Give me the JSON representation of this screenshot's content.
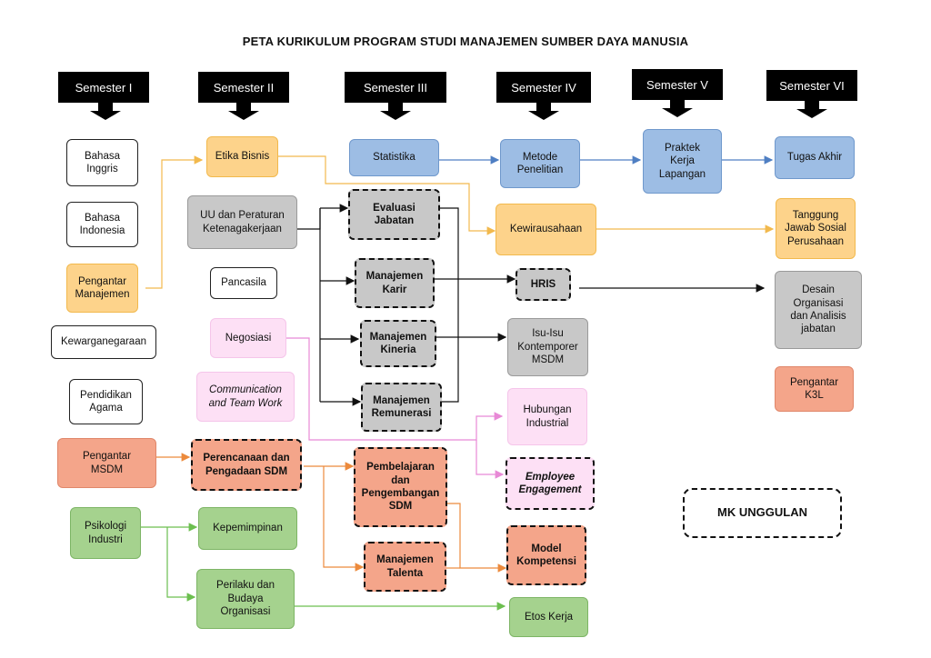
{
  "title": "PETA KURIKULUM PROGRAM STUDI MANAJEMEN SUMBER DAYA MANUSIA",
  "semesters": [
    "Semester I",
    "Semester II",
    "Semester III",
    "Semester IV",
    "Semester V",
    "Semester VI"
  ],
  "courses": {
    "bahasa_inggris": "Bahasa\nInggris",
    "bahasa_indonesia": "Bahasa\nIndonesia",
    "pengantar_manajemen": "Pengantar\nManajemen",
    "kewarganegaraan": "Kewarganegaraan",
    "pendidikan_agama": "Pendidikan\nAgama",
    "pengantar_msdm": "Pengantar\nMSDM",
    "psikologi_industri": "Psikologi\nIndustri",
    "etika_bisnis": "Etika Bisnis",
    "uu_peraturan": "UU dan Peraturan\nKetenagakerjaan",
    "pancasila": "Pancasila",
    "negosiasi": "Negosiasi",
    "communication": "Communication\nand Team Work",
    "perencanaan": "Perencanaan dan\nPengadaan SDM",
    "kepemimpinan": "Kepemimpinan",
    "perilaku_budaya": "Perilaku dan\nBudaya\nOrganisasi",
    "statistika": "Statistika",
    "evaluasi_jabatan": "Evaluasi\nJabatan",
    "manajemen_karir": "Manajemen\nKarir",
    "manajemen_kineria": "Manajemen\nKineria",
    "manajemen_remunerasi": "Manajemen\nRemunerasi",
    "pembelajaran": "Pembelajaran\ndan\nPengembangan\nSDM",
    "manajemen_talenta": "Manajemen\nTalenta",
    "metode_penelitian": "Metode\nPenelitian",
    "kewirausahaan": "Kewirausahaan",
    "hris": "HRIS",
    "isu_isu": "Isu-Isu\nKontemporer\nMSDM",
    "hubungan_industrial": "Hubungan\nIndustrial",
    "employee_engagement": "Employee\nEngagement",
    "model_kompetensi": "Model\nKompetensi",
    "etos_kerja": "Etos Kerja",
    "praktek_kerja": "Praktek\nKerja\nLapangan",
    "tugas_akhir": "Tugas Akhir",
    "tanggung_jawab": "Tanggung\nJawab Sosial\nPerusahaan",
    "desain_organisasi": "Desain\nOrganisasi\ndan Analisis\njabatan",
    "pengantar_k3l": "Pengantar\nK3L"
  },
  "legend": "MK UNGGULAN",
  "colors": {
    "yellow": "#fdd38b",
    "blue": "#9dbde4",
    "gray": "#c8c8c8",
    "pink": "#fde0f5",
    "salmon": "#f4a58a",
    "green": "#a5d28e",
    "line_yellow": "#f2b94d",
    "line_blue": "#4f7fc3",
    "line_pink": "#e889d6",
    "line_orange": "#ec8a3c",
    "line_green": "#6cbf4f",
    "line_black": "#111111"
  }
}
